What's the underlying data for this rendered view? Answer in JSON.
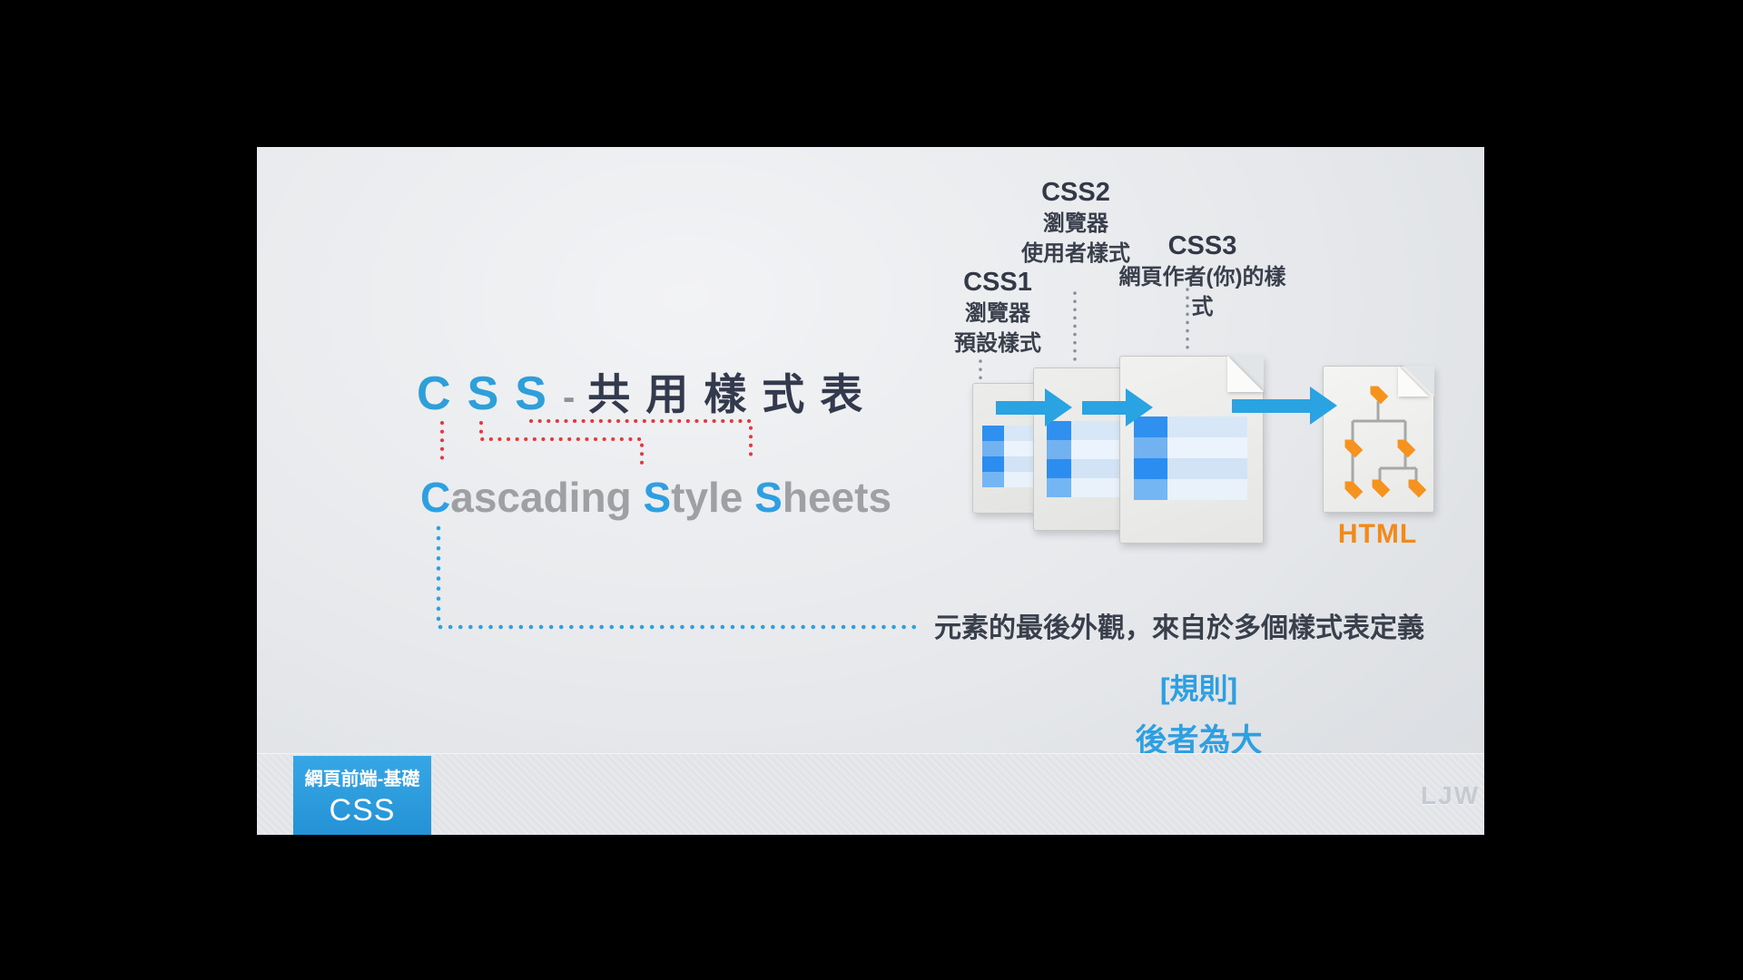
{
  "slide": {
    "title": {
      "c1": "C",
      "s1": "S",
      "s2": "S",
      "dash": "-",
      "cjk": "共用樣式表"
    },
    "subtitle": {
      "p1": "C",
      "p2": "ascading ",
      "p3": "S",
      "p4": "tyle ",
      "p5": "S",
      "p6": "heets"
    },
    "annotation": "元素的最後外觀，來自於多個樣式表定義",
    "rule": {
      "header": "[規則]",
      "body": "後者為大"
    },
    "css_labels": [
      {
        "name": "CSS1",
        "line1": "瀏覽器",
        "line2": "預設樣式"
      },
      {
        "name": "CSS2",
        "line1": "瀏覽器",
        "line2": "使用者樣式"
      },
      {
        "name": "CSS3",
        "line1": "網頁作者(你)的樣式"
      }
    ],
    "html_doc": {
      "label": "HTML"
    },
    "badge": {
      "line1": "網頁前端-基礎",
      "line2": "CSS"
    },
    "watermark": "LJW",
    "colors": {
      "accent_blue": "#2E9FE0",
      "arrow_blue": "#2AA3E3",
      "red_dotted": "#E2383E",
      "gray_dotted": "#8B8F97",
      "dark_text": "#343A4D",
      "gray_text": "#9EA0A4",
      "orange": "#F28A1A",
      "badge_blue": "#2B9FE0"
    }
  }
}
